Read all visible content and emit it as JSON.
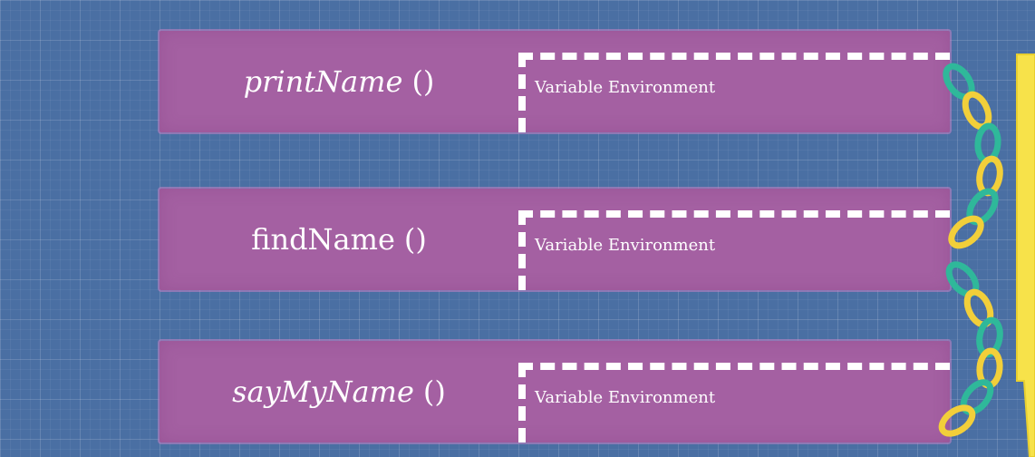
{
  "frames": [
    {
      "name": "printName",
      "parens": "()",
      "italic": true,
      "env_label": "Variable Environment"
    },
    {
      "name": "findName",
      "parens": "()",
      "italic": false,
      "env_label": "Variable Environment"
    },
    {
      "name": "sayMyName",
      "parens": "()",
      "italic": true,
      "env_label": "Variable Environment"
    }
  ],
  "colors": {
    "background": "#4a6fa3",
    "frame": "#a460a2",
    "chain_teal": "#2fb89a",
    "chain_yellow": "#f2cf3a",
    "arrow": "#f7e24a"
  }
}
